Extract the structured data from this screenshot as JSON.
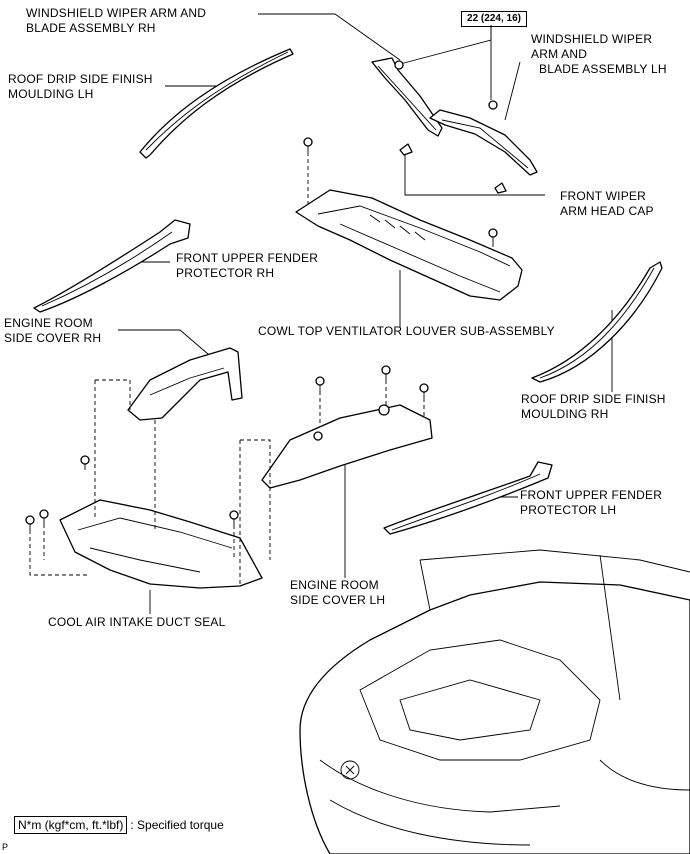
{
  "labels": {
    "wiper_rh": [
      "WINDSHIELD  WIPER ARM AND",
      "BLADE ASSEMBLY RH"
    ],
    "wiper_lh": [
      "WINDSHIELD  WIPER",
      "ARM AND",
      "BLADE ASSEMBLY LH"
    ],
    "roof_drip_lh": [
      "ROOF DRIP SIDE FINISH",
      "MOULDING LH"
    ],
    "wiper_head_cap": [
      "FRONT WIPER",
      "ARM HEAD CAP"
    ],
    "fender_protector_rh": [
      "FRONT UPPER FENDER",
      "PROTECTOR RH"
    ],
    "engine_cover_rh": [
      "ENGINE ROOM",
      "SIDE COVER  RH"
    ],
    "cowl_louver": "COWL TOP VENTILATOR LOUVER SUB-ASSEMBLY",
    "roof_drip_rh": [
      "ROOF DRIP SIDE FINISH",
      "MOULDING RH"
    ],
    "fender_protector_lh": [
      "FRONT UPPER FENDER",
      "PROTECTOR  LH"
    ],
    "engine_cover_lh": [
      "ENGINE ROOM",
      "SIDE COVER LH"
    ],
    "duct_seal": "COOL AIR INTAKE DUCT SEAL"
  },
  "torque_spec": "22 (224, 16)",
  "legend": {
    "unit": "N*m (kgf*cm, ft.*lbf)",
    "text": ": Specified torque"
  },
  "corner_mark": "P"
}
